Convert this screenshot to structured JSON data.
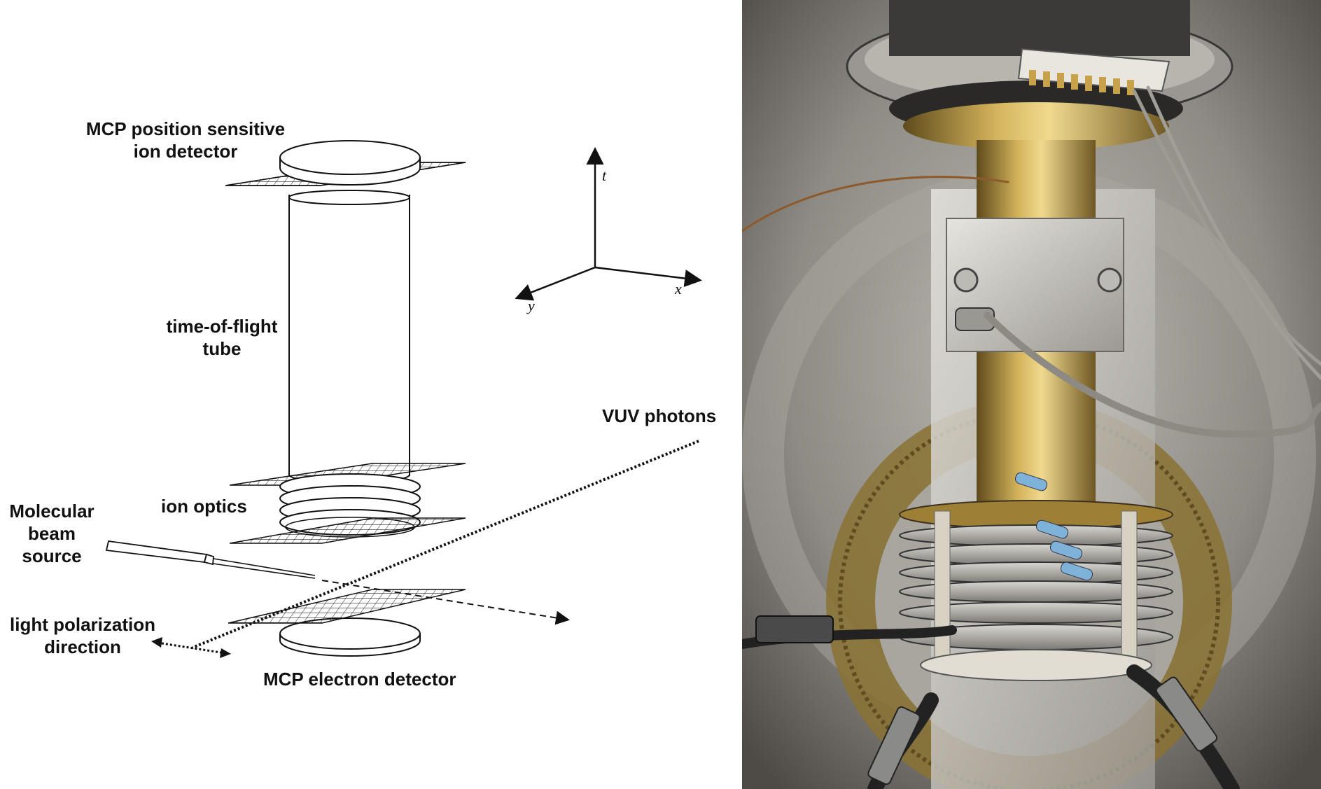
{
  "diagram": {
    "labels": {
      "ion_detector": "MCP position sensitive\nion detector",
      "ion_detector_line1": "MCP position sensitive",
      "ion_detector_line2": "ion detector",
      "tof_line1": "time-of-flight",
      "tof_line2": "tube",
      "ion_optics": "ion optics",
      "molecular_line1": "Molecular",
      "molecular_line2": "beam",
      "molecular_line3": "source",
      "polarization_line1": "light polarization",
      "polarization_line2": "direction",
      "electron_detector": "MCP electron detector",
      "vuv_photons": "VUV photons"
    },
    "axes": {
      "t": "t",
      "x": "x",
      "y": "y"
    }
  },
  "photo": {
    "subject": "spectrometer-assembly-photo",
    "colors": {
      "chamber": "#8d8a84",
      "brass": "#b8963f",
      "aluminum": "#c9c7c2",
      "gear": "#8a7232"
    }
  }
}
